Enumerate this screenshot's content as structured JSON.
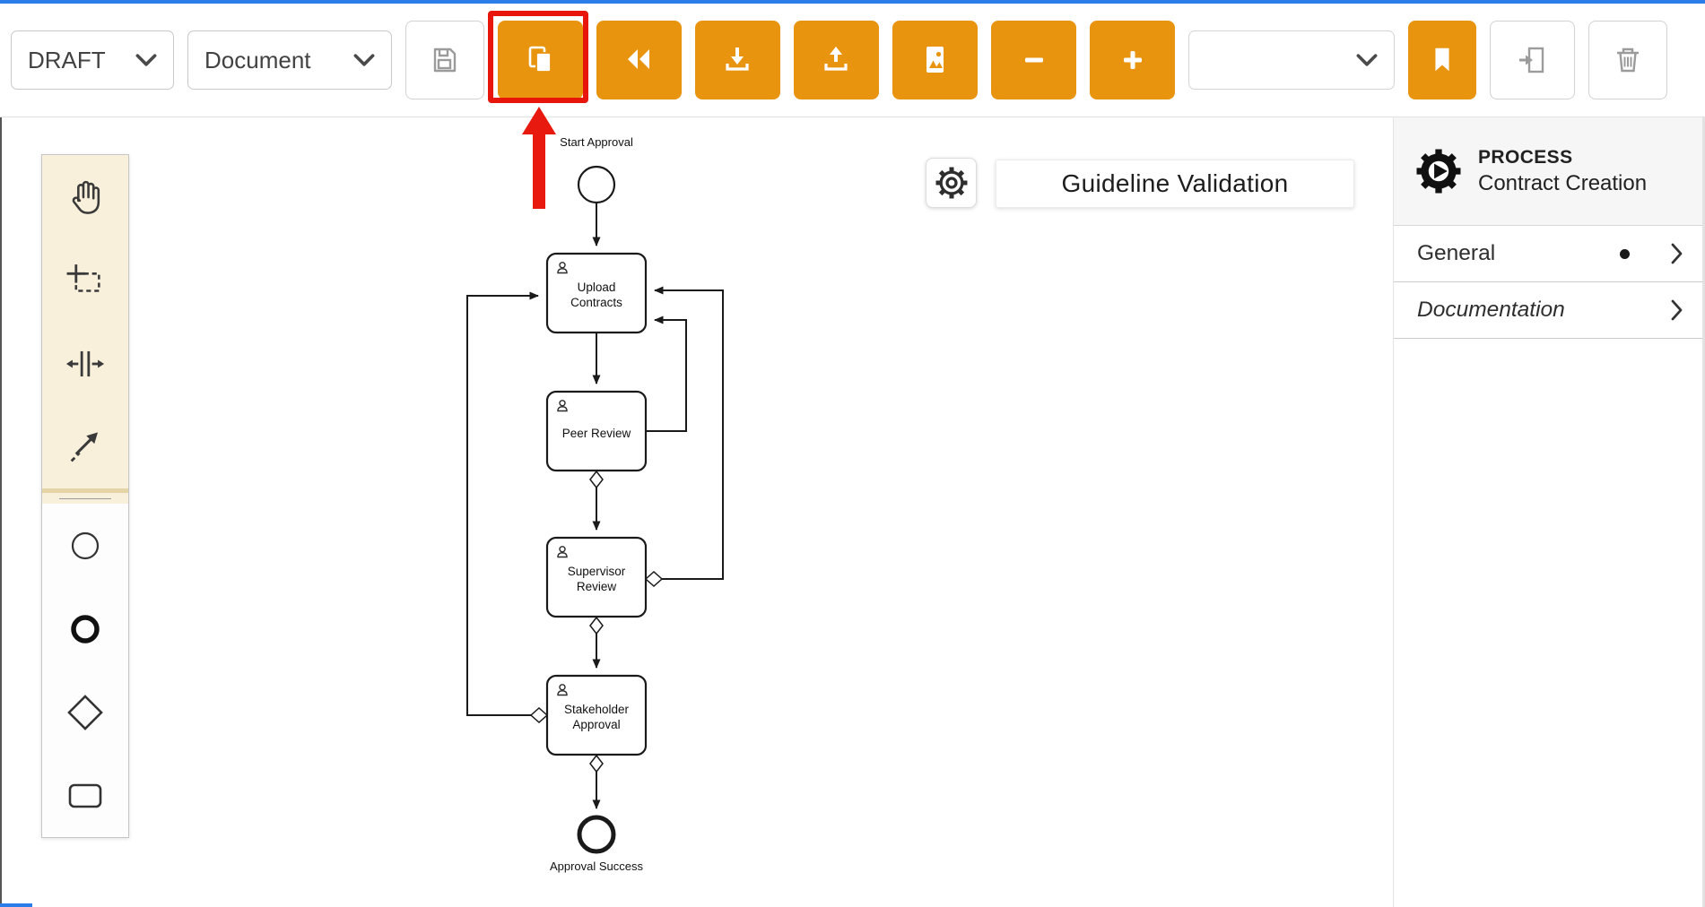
{
  "window": {
    "accent_border_color": "#2b7de9"
  },
  "toolbar": {
    "accent_color": "#e8940f",
    "status_dropdown": {
      "value": "DRAFT"
    },
    "type_dropdown": {
      "value": "Document"
    },
    "zoom_dropdown": {
      "value": ""
    },
    "icons": {
      "save": "floppy-disk",
      "copy": "duplicate-pages",
      "rewind": "double-arrow-left",
      "download": "arrow-down-into-tray",
      "upload": "arrow-up-from-tray",
      "export_image": "page-with-image",
      "zoom_out": "minus",
      "zoom_in": "plus",
      "bookmark": "bookmark",
      "transfer": "arrow-into-page",
      "delete": "trash-can",
      "dropdown_chevron": "chevron-down"
    }
  },
  "annotation": {
    "color": "#e8150b",
    "highlight_target": "copy-button",
    "shape": "box-with-up-arrow"
  },
  "palette": {
    "tools": [
      "hand-tool",
      "lasso-tool",
      "space-tool",
      "connect-tool"
    ],
    "shapes": [
      "start-event",
      "end-event",
      "gateway",
      "task"
    ]
  },
  "diagram": {
    "start_event": {
      "label": "Start Approval"
    },
    "tasks": [
      {
        "label": "Upload Contracts",
        "type": "user-task"
      },
      {
        "label": "Peer Review",
        "type": "user-task"
      },
      {
        "label": "Supervisor Review",
        "type": "user-task"
      },
      {
        "label": "Stakeholder Approval",
        "type": "user-task"
      }
    ],
    "end_event": {
      "label": "Approval Success"
    },
    "flows": [
      "Start Approval -> Upload Contracts",
      "Upload Contracts -> Peer Review",
      "Peer Review -> Supervisor Review (conditional)",
      "Supervisor Review -> Stakeholder Approval (conditional)",
      "Stakeholder Approval -> Approval Success (conditional)",
      "Peer Review -> Upload Contracts (loop back)",
      "Supervisor Review -> Upload Contracts (loop back, conditional)",
      "Stakeholder Approval -> Upload Contracts (loop back, conditional)"
    ]
  },
  "validation": {
    "label": "Guideline Validation"
  },
  "properties_panel": {
    "element_type": "PROCESS",
    "element_name": "Contract Creation",
    "items": [
      {
        "label": "General",
        "has_status_dot": true
      },
      {
        "label": "Documentation",
        "italic": true
      }
    ]
  }
}
